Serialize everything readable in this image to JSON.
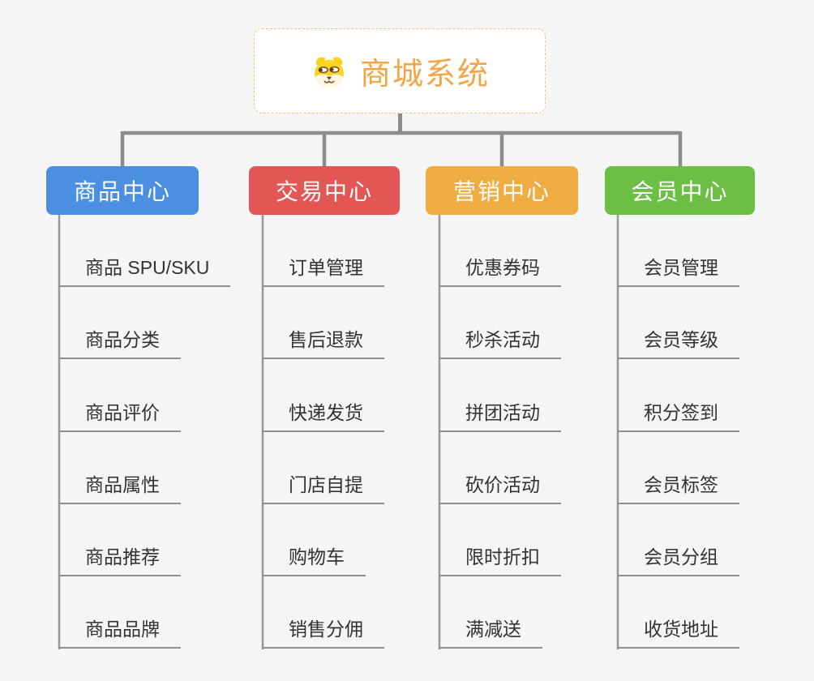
{
  "page": {
    "background": "#F5F5F6"
  },
  "root": {
    "title": "商城系统",
    "icon": "dog-face-icon",
    "text_color": "#F0A644",
    "border_color": "#F2C279"
  },
  "branches": [
    {
      "label": "商品中心",
      "color": "#4A8FE2",
      "items": [
        "商品 SPU/SKU",
        "商品分类",
        "商品评价",
        "商品属性",
        "商品推荐",
        "商品品牌"
      ]
    },
    {
      "label": "交易中心",
      "color": "#E25754",
      "items": [
        "订单管理",
        "售后退款",
        "快递发货",
        "门店自提",
        "购物车",
        "销售分佣"
      ]
    },
    {
      "label": "营销中心",
      "color": "#EFAD41",
      "items": [
        "优惠券码",
        "秒杀活动",
        "拼团活动",
        "砍价活动",
        "限时折扣",
        "满减送"
      ]
    },
    {
      "label": "会员中心",
      "color": "#6CBE45",
      "items": [
        "会员管理",
        "会员等级",
        "积分签到",
        "会员标签",
        "会员分组",
        "收货地址"
      ]
    }
  ],
  "connector_color": "#8C8C8C",
  "underline_color": "#8F8F8F",
  "header_text_color": "#FFFFFF",
  "leaf_text_color": "#333333"
}
